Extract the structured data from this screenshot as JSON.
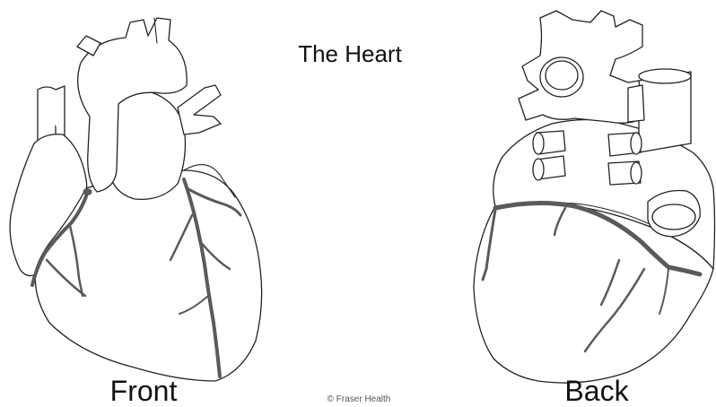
{
  "title": "The Heart",
  "views": {
    "front_label": "Front",
    "back_label": "Back"
  },
  "credit": "© Fraser Health",
  "colors": {
    "outline": "#222222",
    "coronary_vessels": "#5a5a5a",
    "background": "#ffffff"
  }
}
